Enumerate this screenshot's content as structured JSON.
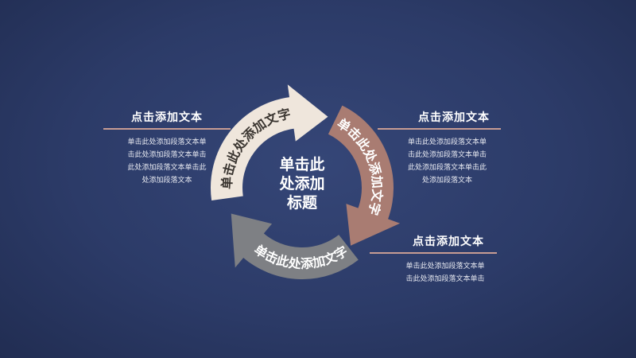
{
  "center_title": [
    "单击此",
    "处添加",
    "标题"
  ],
  "arrows": [
    {
      "label": "单击此处添加文字",
      "color": "#efe6dc",
      "text_color": "#3a3530"
    },
    {
      "label": "单击此处添加文字",
      "color": "#a97c72",
      "text_color": "#ffffff"
    },
    {
      "label": "单击此处添加文字",
      "color": "#7e8084",
      "text_color": "#ffffff"
    }
  ],
  "blocks": [
    {
      "heading": "点击添加文本",
      "lines": [
        "单击此处添加段落文本单",
        "击此处添加段落文本单击",
        "此处添加段落文本单击此",
        "处添加段落文本"
      ]
    },
    {
      "heading": "点击添加文本",
      "lines": [
        "单击此处添加段落文本单",
        "击此处添加段落文本单击",
        "此处添加段落文本单击此",
        "处添加段落文本"
      ]
    },
    {
      "heading": "点击添加文本",
      "lines": [
        "单击此处添加段落文本单",
        "击此处添加段落文本单击"
      ]
    }
  ],
  "colors": {
    "background": "#2c3b68",
    "divider": "#c79c93"
  }
}
